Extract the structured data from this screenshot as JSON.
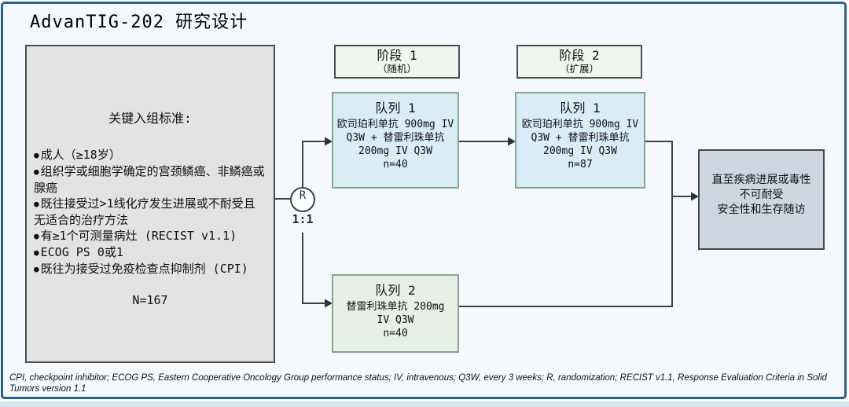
{
  "title": "AdvanTIG-202 研究设计",
  "colors": {
    "page_border": "#28618f",
    "eligibility_bg": "#e3e3e3",
    "cohort1_bg": "#d9edf7",
    "cohort2_bg": "#e7efe6",
    "stage_bg": "#eff5ef",
    "followup_bg": "#ced7df"
  },
  "eligibility": {
    "heading": "关键入组标准:",
    "criteria": [
      "成人（≥18岁）",
      "组织学或细胞学确定的宫颈鳞癌、非鳞癌或腺癌",
      "既往接受过>1线化疗发生进展或不耐受且无适合的治疗方法",
      "有≥1个可测量病灶 (RECIST v1.1)",
      "ECOG PS 0或1",
      "既往为接受过免疫检查点抑制剂 (CPI)"
    ],
    "total": "N=167"
  },
  "randomization": {
    "symbol": "R",
    "ratio": "1:1"
  },
  "stages": [
    {
      "label": "阶段 1",
      "sublabel": "（随机）"
    },
    {
      "label": "阶段 2",
      "sublabel": "（扩展）"
    }
  ],
  "cohorts": [
    {
      "name": "队列 1",
      "lines": [
        "欧司珀利单抗 900mg IV",
        "Q3W + 替雷利珠单抗",
        "200mg IV Q3W"
      ],
      "n": "n=40"
    },
    {
      "name": "队列 1",
      "lines": [
        "欧司珀利单抗 900mg IV",
        "Q3W + 替雷利珠单抗",
        "200mg IV Q3W"
      ],
      "n": "n=87"
    },
    {
      "name": "队列 2",
      "lines": [
        "替雷利珠单抗 200mg",
        "IV Q3W"
      ],
      "n": "n=40"
    }
  ],
  "followup": {
    "lines": [
      "直至疾病进展或毒性",
      "不可耐受",
      "安全性和生存随访"
    ]
  },
  "footnote": "CPI, checkpoint inhibitor; ECOG PS, Eastern Cooperative Oncology Group performance status; IV, intravenous; Q3W, every 3 weeks; R, randomization; RECIST v1.1, Response Evaluation Criteria in Solid Tumors version 1.1"
}
